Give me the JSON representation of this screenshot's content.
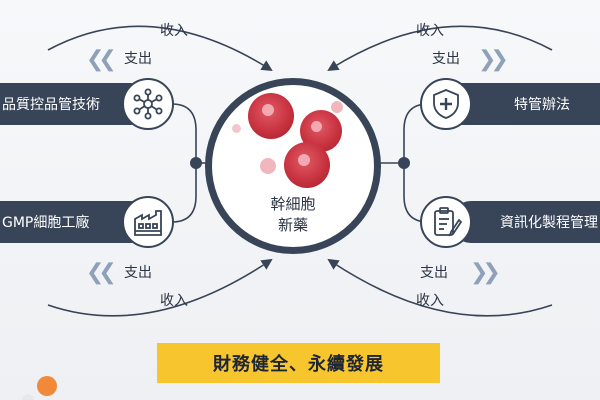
{
  "flows": {
    "top_left_in": "收入",
    "top_left_out": "支出",
    "top_right_in": "收入",
    "top_right_out": "支出",
    "bottom_left_out": "支出",
    "bottom_left_in": "收入",
    "bottom_right_out": "支出",
    "bottom_right_in": "收入"
  },
  "pillars": {
    "quality_tech": "品質控品管技術",
    "gmp_factory": "GMP細胞工廠",
    "special_law": "特管辦法",
    "digital_process": "資訊化製程管理"
  },
  "center": {
    "line1": "幹細胞",
    "line2": "新藥"
  },
  "banner": "財務健全、永續發展",
  "colors": {
    "dark_navy": "#384457",
    "accent_red": "#c8323f",
    "banner_yellow": "#f7c62f",
    "chevron_gray": "#8fa1b8",
    "orange_dot": "#f08a3a"
  },
  "icons": [
    "network-icon",
    "factory-icon",
    "shield-icon",
    "clipboard-icon"
  ]
}
